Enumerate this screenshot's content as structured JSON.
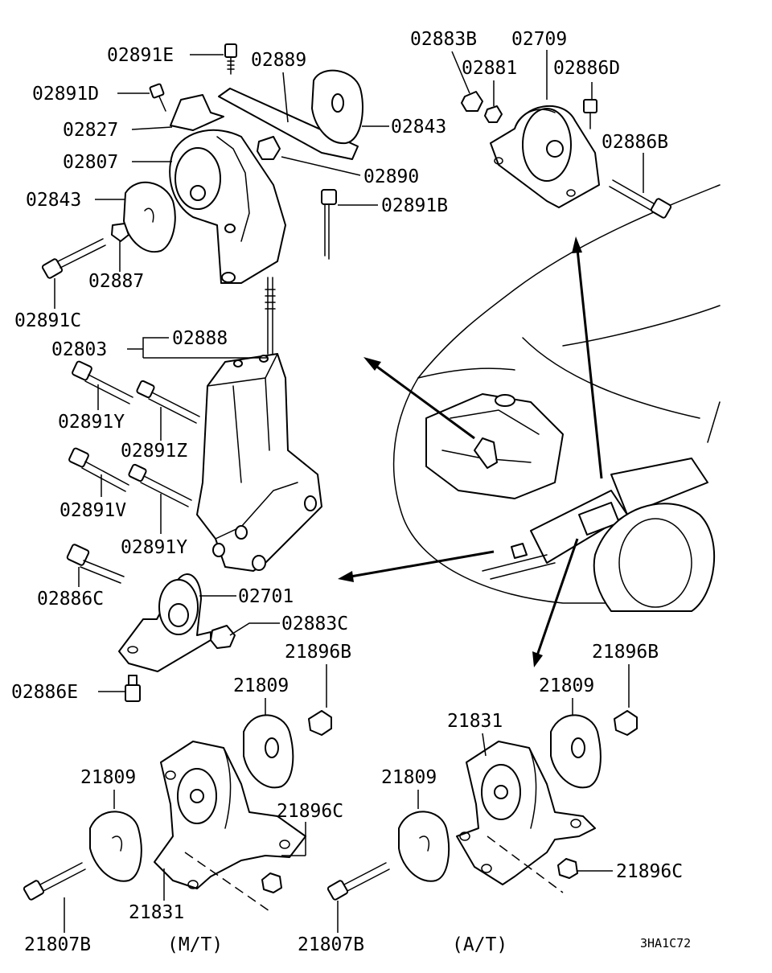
{
  "labels": {
    "p02891E": "02891E",
    "p02889": "02889",
    "p02891D": "02891D",
    "p02827": "02827",
    "p02843a": "02843",
    "p02807": "02807",
    "p02890": "02890",
    "p02843b": "02843",
    "p02891B": "02891B",
    "p02887": "02887",
    "p02891C": "02891C",
    "p02888": "02888",
    "p02803": "02803",
    "p02891Y_a": "02891Y",
    "p02891Z": "02891Z",
    "p02891V": "02891V",
    "p02891Y_b": "02891Y",
    "p02886C": "02886C",
    "p02701": "02701",
    "p02883C": "02883C",
    "p02886E": "02886E",
    "p02883B": "02883B",
    "p02709": "02709",
    "p02881": "02881",
    "p02886D": "02886D",
    "p02886B": "02886B",
    "mt_21809a": "21809",
    "mt_21896B": "21896B",
    "mt_21809b": "21809",
    "mt_21896C": "21896C",
    "mt_21831": "21831",
    "mt_21807B": "21807B",
    "mt_caption": "(M/T)",
    "at_21896B": "21896B",
    "at_21809a": "21809",
    "at_21831": "21831",
    "at_21809b": "21809",
    "at_21896C": "21896C",
    "at_21807B": "21807B",
    "at_caption": "(A/T)",
    "drawing_code": "3HA1C72"
  }
}
